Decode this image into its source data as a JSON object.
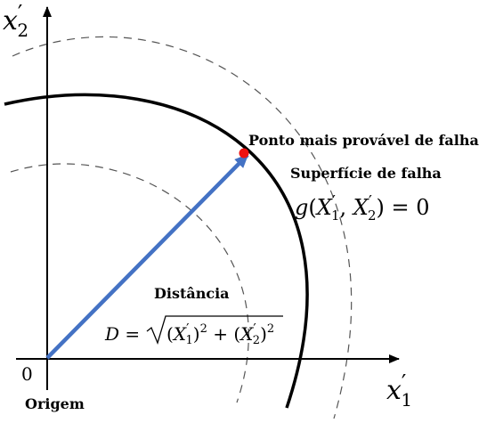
{
  "axes": {
    "x_label": {
      "base": "x",
      "prime": "′",
      "sub": "1"
    },
    "y_label": {
      "base": "x",
      "prime": "′",
      "sub": "2"
    },
    "origin_tick": "0"
  },
  "labels": {
    "most_probable_point": "Ponto mais provável de falha",
    "failure_surface_title": "Superfície de falha",
    "distance_title": "Distância",
    "origin_caption": "Origem"
  },
  "equations": {
    "failure_surface": {
      "g": "g",
      "open": "(",
      "X": "X",
      "prime": "′",
      "sub1": "1",
      "comma": ", ",
      "sub2": "2",
      "close": ")",
      "equals": " = ",
      "zero": "0"
    },
    "distance": {
      "D": "D",
      "equals": " = ",
      "open": "(",
      "X": "X",
      "prime": "′",
      "sub1": "1",
      "sub2": "2",
      "close": ")",
      "sq": "2",
      "plus": " + "
    }
  },
  "colors": {
    "axis": "#000000",
    "surface_curve": "#000000",
    "dashed_curves": "#555555",
    "distance_vector": "#4472c4",
    "point": "#ee1111",
    "text": "#000000"
  }
}
